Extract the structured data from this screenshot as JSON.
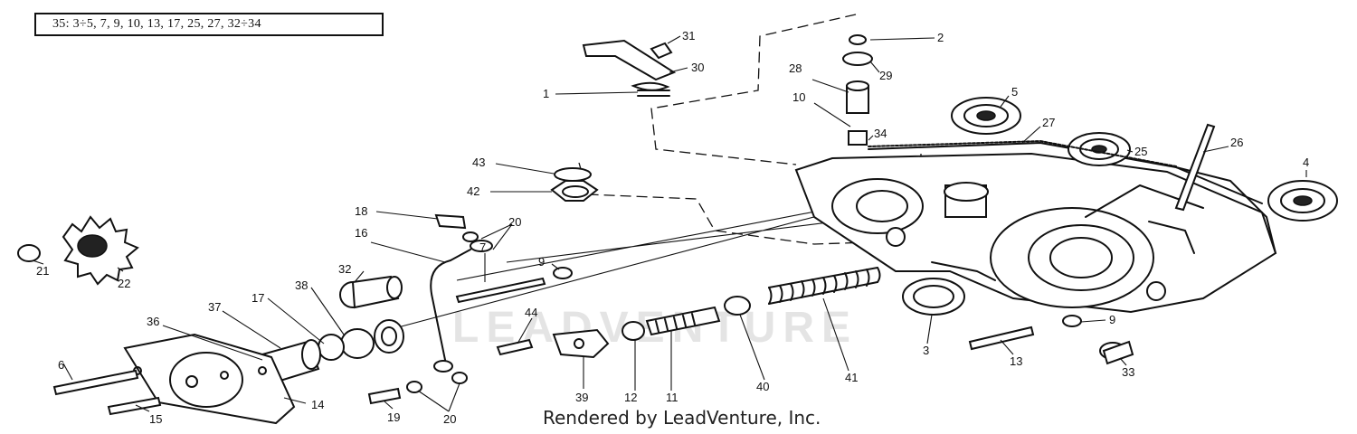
{
  "kit_note": "35: 3÷5, 7, 9, 10, 13, 17, 25, 27, 32÷34",
  "footer": "Rendered by LeadVenture, Inc.",
  "watermark": "LEADVENTURE",
  "callouts": {
    "c1": "1",
    "c2": "2",
    "c3": "3",
    "c4": "4",
    "c5": "5",
    "c6": "6",
    "c7": "7",
    "c9a": "9",
    "c9b": "9",
    "c10": "10",
    "c11": "11",
    "c12": "12",
    "c13": "13",
    "c14": "14",
    "c15": "15",
    "c16": "16",
    "c17": "17",
    "c18": "18",
    "c19": "19",
    "c20a": "20",
    "c20b": "20",
    "c21": "21",
    "c22": "22",
    "c25": "25",
    "c26": "26",
    "c27": "27",
    "c28": "28",
    "c29": "29",
    "c30": "30",
    "c31": "31",
    "c32": "32",
    "c33": "33",
    "c34": "34",
    "c36": "36",
    "c37": "37",
    "c38": "38",
    "c39": "39",
    "c40": "40",
    "c41": "41",
    "c42": "42",
    "c43": "43",
    "c44": "44"
  }
}
